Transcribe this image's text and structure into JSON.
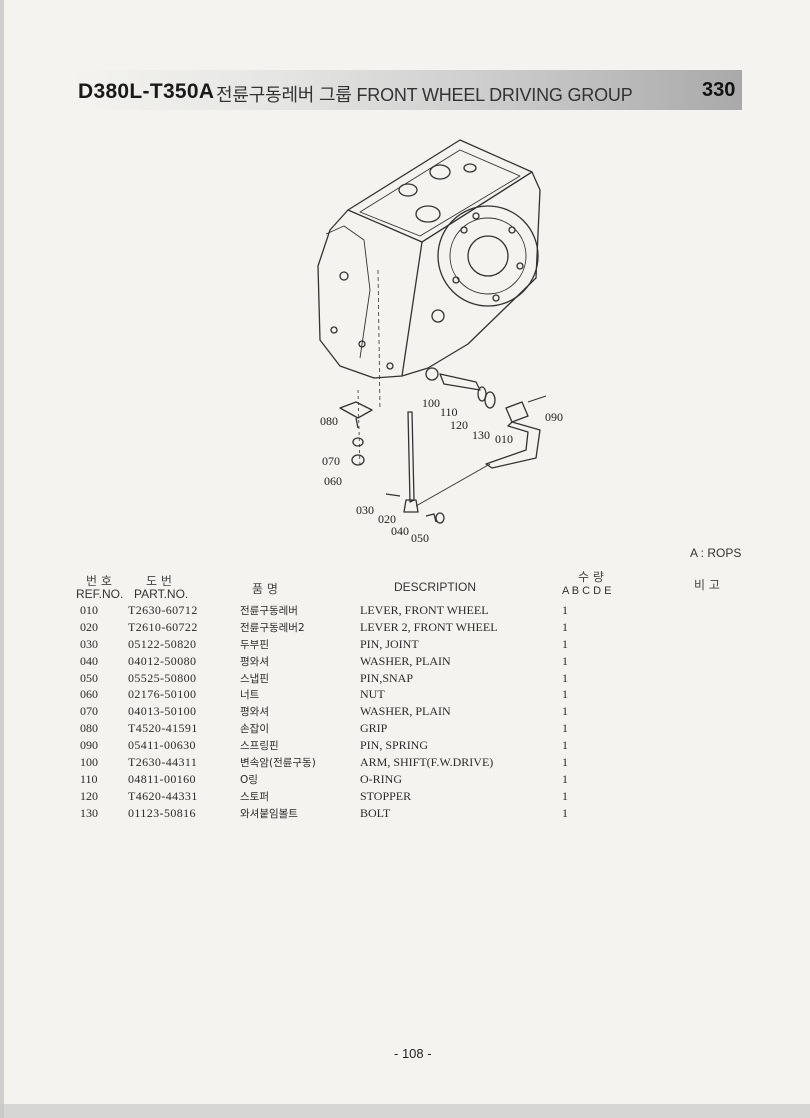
{
  "header": {
    "model": "D380L-T350A",
    "group_title": "전륜구동레버 그룹 FRONT WHEEL  DRIVING GROUP",
    "page_code": "330"
  },
  "diagram": {
    "callouts": [
      "100",
      "110",
      "120",
      "130",
      "010",
      "090",
      "080",
      "070",
      "060",
      "030",
      "020",
      "040",
      "050"
    ]
  },
  "rops_note": "A : ROPS",
  "columns": {
    "ref_kr": "번 호",
    "part_kr": "도  번",
    "name_kr": "품    명",
    "remark_kr": "비  고",
    "qty_kr": "수    량",
    "ref_no": "REF.NO.",
    "part_no": "PART.NO.",
    "description": "DESCRIPTION",
    "qty_letters": "A  B  C  D  E"
  },
  "parts": [
    {
      "ref": "010",
      "part": "T2630-60712",
      "kr": "전륜구동레버",
      "desc": "LEVER, FRONT WHEEL",
      "qty": "1"
    },
    {
      "ref": "020",
      "part": "T2610-60722",
      "kr": "전륜구동레버2",
      "desc": "LEVER 2, FRONT WHEEL",
      "qty": "1"
    },
    {
      "ref": "030",
      "part": "05122-50820",
      "kr": "두부핀",
      "desc": "PIN, JOINT",
      "qty": "1"
    },
    {
      "ref": "040",
      "part": "04012-50080",
      "kr": "평와셔",
      "desc": "WASHER, PLAIN",
      "qty": "1"
    },
    {
      "ref": "050",
      "part": "05525-50800",
      "kr": "스냅핀",
      "desc": "PIN,SNAP",
      "qty": "1"
    },
    {
      "ref": "060",
      "part": "02176-50100",
      "kr": "너트",
      "desc": "NUT",
      "qty": "1"
    },
    {
      "ref": "070",
      "part": "04013-50100",
      "kr": "평와셔",
      "desc": "WASHER, PLAIN",
      "qty": "1"
    },
    {
      "ref": "080",
      "part": "T4520-41591",
      "kr": "손잡이",
      "desc": "GRIP",
      "qty": "1"
    },
    {
      "ref": "090",
      "part": "05411-00630",
      "kr": "스프링핀",
      "desc": "PIN, SPRING",
      "qty": "1"
    },
    {
      "ref": "100",
      "part": "T2630-44311",
      "kr": "변속암(전륜구동)",
      "desc": "ARM, SHIFT(F.W.DRIVE)",
      "qty": "1"
    },
    {
      "ref": "110",
      "part": "04811-00160",
      "kr": "O링",
      "desc": "O-RING",
      "qty": "1"
    },
    {
      "ref": "120",
      "part": "T4620-44331",
      "kr": "스토퍼",
      "desc": "STOPPER",
      "qty": "1"
    },
    {
      "ref": "130",
      "part": "01123-50816",
      "kr": "와셔붙임볼트",
      "desc": "BOLT",
      "qty": "1"
    }
  ],
  "footer": {
    "page_number": "- 108 -"
  }
}
